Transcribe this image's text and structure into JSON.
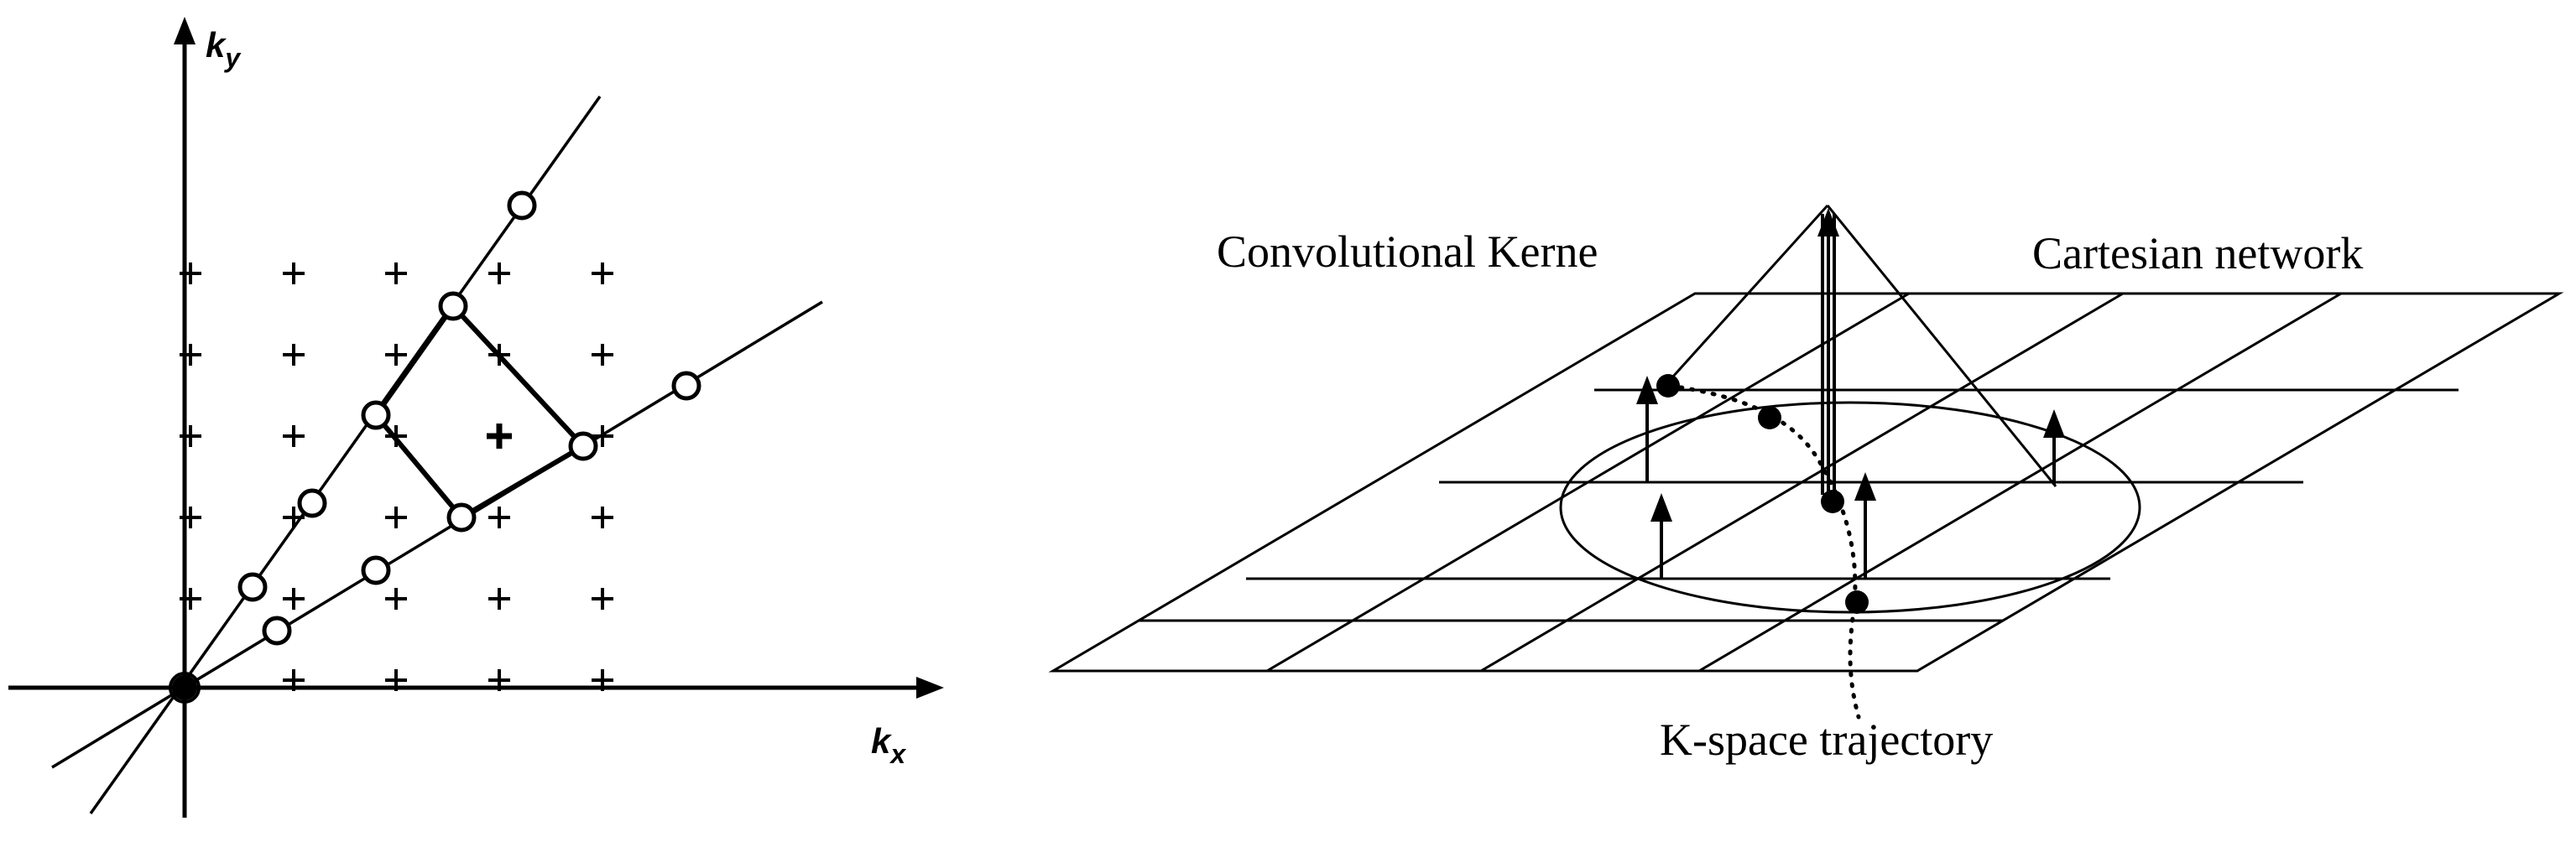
{
  "left_diagram": {
    "x_axis_label": "k",
    "x_axis_subscript": "x",
    "y_axis_label": "k",
    "y_axis_subscript": "y"
  },
  "right_diagram": {
    "label_kernel": "Convolutional Kerne",
    "label_grid": "Cartesian network",
    "label_trajectory": "K-space trajectory"
  }
}
